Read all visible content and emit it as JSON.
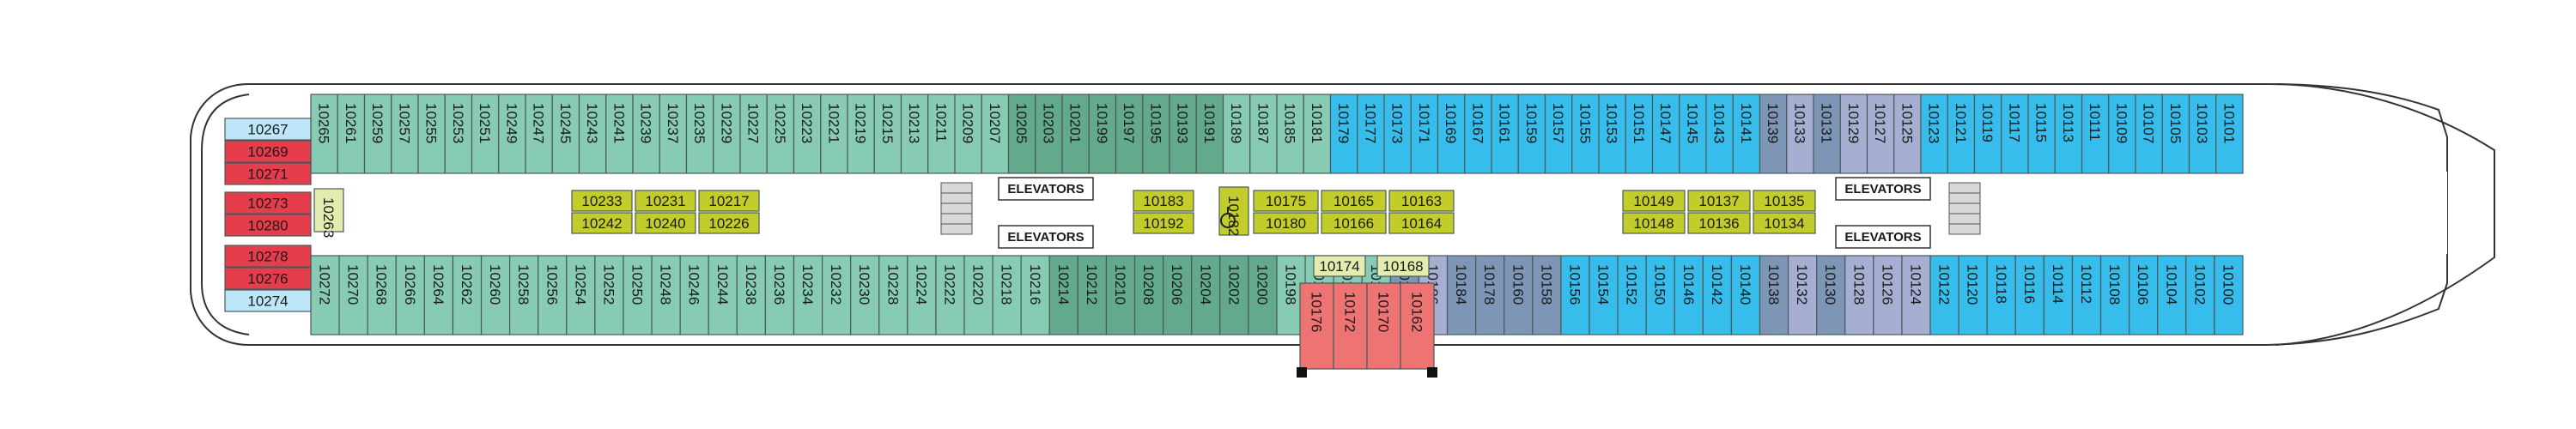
{
  "colors": {
    "teal": "#87cbb4",
    "green": "#63a98c",
    "blue": "#36bdeb",
    "light_blue": "#bde6f8",
    "red": "#e53d4b",
    "coral": "#ee7474",
    "lavender": "#a6aed2",
    "slate": "#7e96b6",
    "olive": "#c2cc2a",
    "lime": "#e3ecae"
  },
  "deck": {
    "elevators_label": "ELEVATORS"
  },
  "aft_cabins": [
    {
      "num": "10267",
      "color": "light_blue"
    },
    {
      "num": "10269",
      "color": "red"
    },
    {
      "num": "10271",
      "color": "red"
    },
    {
      "num": "10273",
      "color": "red"
    },
    {
      "num": "10280",
      "color": "red"
    },
    {
      "num": "10278",
      "color": "red"
    },
    {
      "num": "10276",
      "color": "red"
    },
    {
      "num": "10274",
      "color": "light_blue"
    }
  ],
  "top_row": [
    {
      "num": "10265",
      "color": "teal"
    },
    {
      "num": "10261",
      "color": "teal"
    },
    {
      "num": "10259",
      "color": "teal"
    },
    {
      "num": "10257",
      "color": "teal"
    },
    {
      "num": "10255",
      "color": "teal"
    },
    {
      "num": "10253",
      "color": "teal"
    },
    {
      "num": "10251",
      "color": "teal"
    },
    {
      "num": "10249",
      "color": "teal"
    },
    {
      "num": "10247",
      "color": "teal"
    },
    {
      "num": "10245",
      "color": "teal"
    },
    {
      "num": "10243",
      "color": "teal"
    },
    {
      "num": "10241",
      "color": "teal"
    },
    {
      "num": "10239",
      "color": "teal"
    },
    {
      "num": "10237",
      "color": "teal"
    },
    {
      "num": "10235",
      "color": "teal"
    },
    {
      "num": "10229",
      "color": "teal"
    },
    {
      "num": "10227",
      "color": "teal"
    },
    {
      "num": "10225",
      "color": "teal"
    },
    {
      "num": "10223",
      "color": "teal"
    },
    {
      "num": "10221",
      "color": "teal"
    },
    {
      "num": "10219",
      "color": "teal"
    },
    {
      "num": "10215",
      "color": "teal"
    },
    {
      "num": "10213",
      "color": "teal"
    },
    {
      "num": "10211",
      "color": "teal"
    },
    {
      "num": "10209",
      "color": "teal"
    },
    {
      "num": "10207",
      "color": "teal"
    },
    {
      "num": "10205",
      "color": "green"
    },
    {
      "num": "10203",
      "color": "green"
    },
    {
      "num": "10201",
      "color": "green"
    },
    {
      "num": "10199",
      "color": "green"
    },
    {
      "num": "10197",
      "color": "green"
    },
    {
      "num": "10195",
      "color": "green"
    },
    {
      "num": "10193",
      "color": "green"
    },
    {
      "num": "10191",
      "color": "green"
    },
    {
      "num": "10189",
      "color": "teal"
    },
    {
      "num": "10187",
      "color": "teal"
    },
    {
      "num": "10185",
      "color": "teal"
    },
    {
      "num": "10181",
      "color": "teal"
    },
    {
      "num": "10179",
      "color": "blue"
    },
    {
      "num": "10177",
      "color": "blue"
    },
    {
      "num": "10173",
      "color": "blue"
    },
    {
      "num": "10171",
      "color": "blue"
    },
    {
      "num": "10169",
      "color": "blue"
    },
    {
      "num": "10167",
      "color": "blue"
    },
    {
      "num": "10161",
      "color": "blue"
    },
    {
      "num": "10159",
      "color": "blue"
    },
    {
      "num": "10157",
      "color": "blue"
    },
    {
      "num": "10155",
      "color": "blue"
    },
    {
      "num": "10153",
      "color": "blue"
    },
    {
      "num": "10151",
      "color": "blue"
    },
    {
      "num": "10147",
      "color": "blue"
    },
    {
      "num": "10145",
      "color": "blue"
    },
    {
      "num": "10143",
      "color": "blue"
    },
    {
      "num": "10141",
      "color": "blue"
    },
    {
      "num": "10139",
      "color": "slate"
    },
    {
      "num": "10133",
      "color": "lavender"
    },
    {
      "num": "10131",
      "color": "slate"
    },
    {
      "num": "10129",
      "color": "lavender"
    },
    {
      "num": "10127",
      "color": "lavender"
    },
    {
      "num": "10125",
      "color": "lavender"
    },
    {
      "num": "10123",
      "color": "blue"
    },
    {
      "num": "10121",
      "color": "blue"
    },
    {
      "num": "10119",
      "color": "blue"
    },
    {
      "num": "10117",
      "color": "blue"
    },
    {
      "num": "10115",
      "color": "blue"
    },
    {
      "num": "10113",
      "color": "blue"
    },
    {
      "num": "10111",
      "color": "blue"
    },
    {
      "num": "10109",
      "color": "blue"
    },
    {
      "num": "10107",
      "color": "blue"
    },
    {
      "num": "10105",
      "color": "blue"
    },
    {
      "num": "10103",
      "color": "blue"
    },
    {
      "num": "10101",
      "color": "blue"
    }
  ],
  "bottom_row": [
    {
      "num": "10272",
      "color": "teal"
    },
    {
      "num": "10270",
      "color": "teal"
    },
    {
      "num": "10268",
      "color": "teal"
    },
    {
      "num": "10266",
      "color": "teal"
    },
    {
      "num": "10264",
      "color": "teal"
    },
    {
      "num": "10262",
      "color": "teal"
    },
    {
      "num": "10260",
      "color": "teal"
    },
    {
      "num": "10258",
      "color": "teal"
    },
    {
      "num": "10256",
      "color": "teal"
    },
    {
      "num": "10254",
      "color": "teal"
    },
    {
      "num": "10252",
      "color": "teal"
    },
    {
      "num": "10250",
      "color": "teal"
    },
    {
      "num": "10248",
      "color": "teal"
    },
    {
      "num": "10246",
      "color": "teal"
    },
    {
      "num": "10244",
      "color": "teal"
    },
    {
      "num": "10238",
      "color": "teal"
    },
    {
      "num": "10236",
      "color": "teal"
    },
    {
      "num": "10234",
      "color": "teal"
    },
    {
      "num": "10232",
      "color": "teal"
    },
    {
      "num": "10230",
      "color": "teal"
    },
    {
      "num": "10228",
      "color": "teal"
    },
    {
      "num": "10224",
      "color": "teal"
    },
    {
      "num": "10222",
      "color": "teal"
    },
    {
      "num": "10220",
      "color": "teal"
    },
    {
      "num": "10218",
      "color": "teal"
    },
    {
      "num": "10216",
      "color": "teal"
    },
    {
      "num": "10214",
      "color": "green"
    },
    {
      "num": "10212",
      "color": "green"
    },
    {
      "num": "10210",
      "color": "green"
    },
    {
      "num": "10208",
      "color": "green"
    },
    {
      "num": "10206",
      "color": "green"
    },
    {
      "num": "10204",
      "color": "green"
    },
    {
      "num": "10202",
      "color": "green"
    },
    {
      "num": "10200",
      "color": "green"
    },
    {
      "num": "10198",
      "color": "teal"
    },
    {
      "num": "10196",
      "color": "teal"
    },
    {
      "num": "10194",
      "color": "teal"
    },
    {
      "num": "10190",
      "color": "teal"
    },
    {
      "num": "10188",
      "color": "slate"
    },
    {
      "num": "10186",
      "color": "lavender"
    },
    {
      "num": "10184",
      "color": "slate"
    },
    {
      "num": "10178",
      "color": "slate"
    },
    {
      "num": "10160",
      "color": "slate"
    },
    {
      "num": "10158",
      "color": "slate"
    },
    {
      "num": "10156",
      "color": "blue"
    },
    {
      "num": "10154",
      "color": "blue"
    },
    {
      "num": "10152",
      "color": "blue"
    },
    {
      "num": "10150",
      "color": "blue"
    },
    {
      "num": "10146",
      "color": "blue"
    },
    {
      "num": "10142",
      "color": "blue"
    },
    {
      "num": "10140",
      "color": "blue"
    },
    {
      "num": "10138",
      "color": "slate"
    },
    {
      "num": "10132",
      "color": "lavender"
    },
    {
      "num": "10130",
      "color": "slate"
    },
    {
      "num": "10128",
      "color": "lavender"
    },
    {
      "num": "10126",
      "color": "lavender"
    },
    {
      "num": "10124",
      "color": "lavender"
    },
    {
      "num": "10122",
      "color": "blue"
    },
    {
      "num": "10120",
      "color": "blue"
    },
    {
      "num": "10118",
      "color": "blue"
    },
    {
      "num": "10116",
      "color": "blue"
    },
    {
      "num": "10114",
      "color": "blue"
    },
    {
      "num": "10112",
      "color": "blue"
    },
    {
      "num": "10108",
      "color": "blue"
    },
    {
      "num": "10106",
      "color": "blue"
    },
    {
      "num": "10104",
      "color": "blue"
    },
    {
      "num": "10102",
      "color": "blue"
    },
    {
      "num": "10100",
      "color": "blue"
    }
  ],
  "coral_cabins": [
    {
      "num": "10176",
      "color": "coral"
    },
    {
      "num": "10172",
      "color": "coral"
    },
    {
      "num": "10170",
      "color": "coral"
    },
    {
      "num": "10162",
      "color": "coral"
    }
  ],
  "inner_cabins": [
    {
      "num": "10263",
      "color": "lime"
    },
    {
      "num": "10233",
      "color": "olive"
    },
    {
      "num": "10231",
      "color": "olive"
    },
    {
      "num": "10217",
      "color": "olive"
    },
    {
      "num": "10242",
      "color": "olive"
    },
    {
      "num": "10240",
      "color": "olive"
    },
    {
      "num": "10226",
      "color": "olive"
    },
    {
      "num": "10183",
      "color": "olive"
    },
    {
      "num": "10192",
      "color": "olive"
    },
    {
      "num": "10182",
      "color": "olive"
    },
    {
      "num": "10175",
      "color": "olive"
    },
    {
      "num": "10165",
      "color": "olive"
    },
    {
      "num": "10163",
      "color": "olive"
    },
    {
      "num": "10180",
      "color": "olive"
    },
    {
      "num": "10166",
      "color": "olive"
    },
    {
      "num": "10164",
      "color": "olive"
    },
    {
      "num": "10149",
      "color": "olive"
    },
    {
      "num": "10137",
      "color": "olive"
    },
    {
      "num": "10135",
      "color": "olive"
    },
    {
      "num": "10148",
      "color": "olive"
    },
    {
      "num": "10136",
      "color": "olive"
    },
    {
      "num": "10134",
      "color": "olive"
    },
    {
      "num": "10174",
      "color": "lime"
    },
    {
      "num": "10168",
      "color": "lime"
    }
  ]
}
